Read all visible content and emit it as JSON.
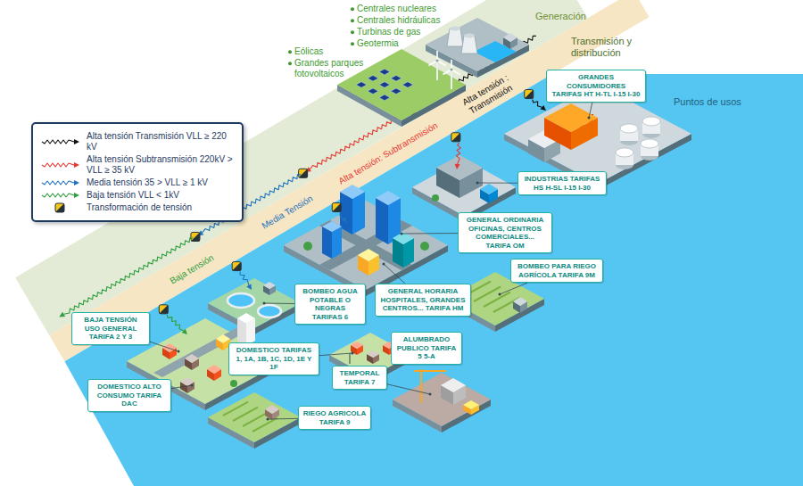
{
  "diagram": {
    "nodes": [
      {
        "text": [
          "GRANDES CONSUMIDORES TARIFAS HT H-TL I-15 I-30"
        ]
      },
      {
        "text": [
          "INDUSTRIAS TARIFAS HS H-SL I-15 I-30"
        ]
      },
      {
        "text": [
          "GENERAL ORDINARIA OFICINAS, CENTROS COMERCIALES... TARIFA OM"
        ]
      },
      {
        "text": [
          "BOMBEO PARA RIEGO AGRÍCOLA TARIFA 9M"
        ]
      },
      {
        "text": [
          "GENERAL HORARIA HOSPITALES, GRANDES CENTROS... TARIFA HM"
        ]
      },
      {
        "text": [
          "BOMBEO AGUA POTABLE O NEGRAS TARIFAS 6"
        ]
      },
      {
        "text": [
          "BAJA TENSIÓN USO GENERAL TARIFA 2 Y 3"
        ]
      },
      {
        "text": [
          "DOMESTICO TARIFAS 1, 1A, 1B, 1C, 1D, 1E Y 1F"
        ]
      },
      {
        "text": [
          "ALUMBRADO PUBLICO TARIFA 5 5-A"
        ]
      },
      {
        "text": [
          "TEMPORAL TARIFA 7"
        ]
      },
      {
        "text": [
          "DOMESTICO ALTO CONSUMO TARIFA DAC"
        ]
      },
      {
        "text": [
          "RIEGO AGRICOLA TARIFA 9"
        ]
      }
    ],
    "labels": [
      "Centrales nucleares",
      "Centrales hidráulicas",
      "Turbinas de gas",
      "Geotermia",
      "Generación",
      "Eólicas",
      "Grandes parques fotovoltaicos",
      "Transmisión y distribución",
      "Alta tensión : Transmisión",
      "Puntos de usos",
      "Alta tensión: Subtransmisión",
      "Media Tensión",
      "Baja tensión"
    ],
    "legend": [
      {
        "text": "Alta tensión Transmisión VLL ≥ 220 kV"
      },
      {
        "text": "Alta tensión Subtransmisión 220kV > VLL ≥ 35 kV"
      },
      {
        "text": "Media tensión 35 > VLL ≥ 1 kV"
      },
      {
        "text": "Baja tensión VLL < 1kV"
      },
      {
        "text": "Transformación de tensión"
      }
    ]
  }
}
